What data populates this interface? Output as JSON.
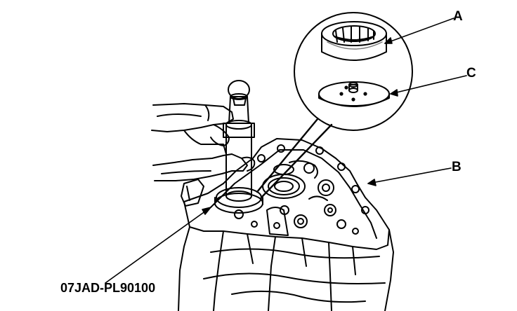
{
  "callouts": {
    "a": "A",
    "b": "B",
    "c": "C",
    "tool": "07JAD-PL90100"
  },
  "colors": {
    "ink": "#000000",
    "paper": "#ffffff",
    "shade": "#7a7a7a"
  }
}
